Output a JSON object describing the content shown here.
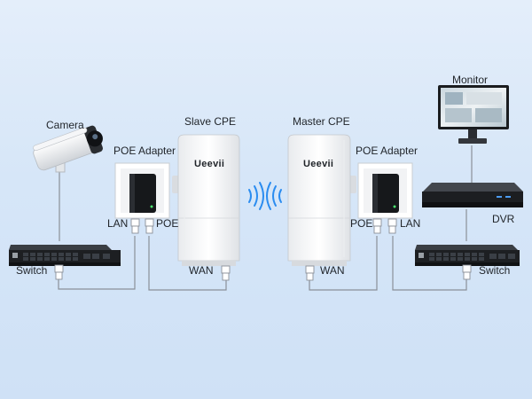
{
  "labels": {
    "camera": "Camera",
    "slave_cpe": "Slave CPE",
    "master_cpe": "Master CPE",
    "monitor": "Monitor",
    "poe_adapter_left": "POE Adapter",
    "poe_adapter_right": "POE Adapter",
    "lan_left": "LAN",
    "poe_left": "POE",
    "poe_right": "POE",
    "lan_right": "LAN",
    "switch_left": "Switch",
    "switch_right": "Switch",
    "wan_left": "WAN",
    "wan_right": "WAN",
    "dvr": "DVR"
  },
  "brand": {
    "slave": "Ueevii",
    "master": "Ueevii"
  },
  "icons": [
    "camera-icon",
    "monitor-icon",
    "dvr-icon",
    "switch-icon",
    "poe-adapter-icon",
    "cpe-icon",
    "wifi-signal-icon",
    "ethernet-plug-icon"
  ],
  "colors": {
    "background": "#dce9f8",
    "cable": "#8a9098",
    "device_dark": "#1d1f22",
    "device_white": "#f7f8fa",
    "signal": "#2a8cf0"
  }
}
